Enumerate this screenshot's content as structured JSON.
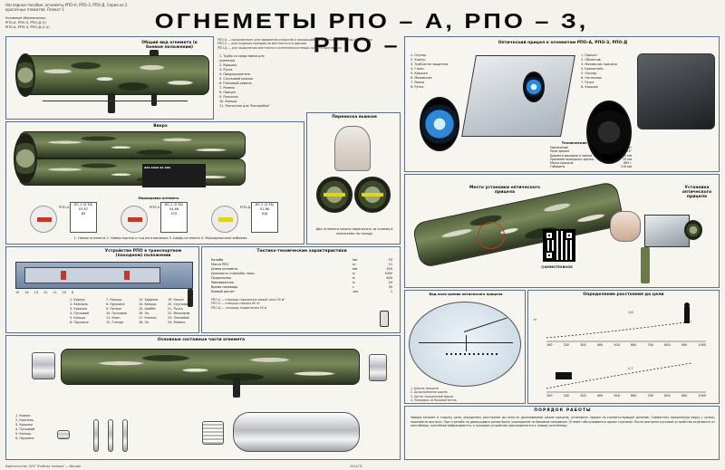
{
  "header": {
    "note": "Наглядное пособие: огнеметы РПО-А, РПО-З, РПО-Д. Серия из 2 красочных плакатов. Плакат 1",
    "legend": [
      "Условные обозначения:",
      "РПО-А, РПО-З, РПО-Д (1)",
      "РПО-А, РПО-З, РПО-Д (1,х)"
    ],
    "title": "ОГНЕМЕТЫ РПО – А, РПО – З, РПО – Д"
  },
  "sections": {
    "general_view": "Общий вид огнемета (в боевом положении)",
    "top_view": "Вверх",
    "carry": "Переноска вьюком",
    "marking": "Маркировка огнемета",
    "device": "Устройство РПО в транспортном (походном) положении",
    "main_parts": "Основные составные части огнемета",
    "sight": "Оптический прицел к огнеметам РПО-А, РПО-З, РПО-Д",
    "place_sight": "Место установки оптического прицела",
    "mounted_sight": "Установка оптического прицела",
    "reticle_field": "Вид поля зрения оптического прицела",
    "range_def": "Определение расстояния до цели",
    "work_order": "ПОРЯДОК РАБОТЫ",
    "tech_chars": "Технические характеристики",
    "main_chars": "Тактико-технические характеристики"
  },
  "general_parts": [
    "1. Труба со средствами для усиления",
    "2. Крышка",
    "3. Ручка",
    "4. Предохранитель",
    "5. Спусковой крючок",
    "6. Плечевой ремень",
    "7. Ремень",
    "8. Прицел",
    "9. Рукоятка",
    "10. Кольцо",
    "11. Разгонник для \"Батарейки\""
  ],
  "rpo_notes": [
    "РПО-А — предназначен для поражения открытой и находящейся в укрытии живой силы противника",
    "РПО-З — для создания пожаров на местности и в зданиях",
    "РПО-Д — для задымления местности и ослепления огневых средств противника"
  ],
  "marking": {
    "items": [
      {
        "code": "РПО-А",
        "color": "#c0392b",
        "lines": [
          "ИС-1 (0.38)",
          "03-87",
          "ИЗ"
        ]
      },
      {
        "code": "РПО-З",
        "color": "#c0392b",
        "lines": [
          "ИС-1 (0.38)",
          "04-86",
          "ЮЗ"
        ]
      },
      {
        "code": "РПО-Д",
        "color": "#e3d21c",
        "lines": [
          "ИС-1 (0.38)",
          "01-88",
          "ЮД"
        ]
      }
    ],
    "caption": "1. Номер огнемета 2. Номер партии и год изготовления 3. Шифр огнемета 4. Маркировочная эмблема"
  },
  "carry_caption": "Два огнемета можно переносить за спиною в положении по походу",
  "device_parts_a": [
    "1. Корпус",
    "2. Капсюль",
    "3. Крышка",
    "4. Пусковой",
    "5. Кольцо",
    "6. Пружина"
  ],
  "device_parts_b": [
    "7. Кольцо",
    "8. Пружина",
    "9. Патрон",
    "10. Пусковое",
    "11. Клин",
    "12. Гнездо"
  ],
  "device_parts_c": [
    "13. Ударник",
    "14. Кольцо",
    "15. Шайба",
    "16. Эл.",
    "17. Кнопка",
    "18. Эл."
  ],
  "device_parts_d": [
    "19. Кожух",
    "20. Спусковой",
    "21. Ручка",
    "22. Механизм",
    "23. Плечевой",
    "24. Ремень"
  ],
  "numbers_row": [
    "15",
    "14",
    "13",
    "12",
    "11",
    "10",
    "8"
  ],
  "tactical": {
    "rows": [
      [
        "Калибр",
        "мм",
        "93"
      ],
      [
        "Масса РПО",
        "кг",
        "11"
      ],
      [
        "Длина огнемета",
        "мм",
        "920"
      ],
      [
        "Дальность стрельбы: макс.",
        "м",
        "1000"
      ],
      [
        "Прицельная",
        "м",
        "600"
      ],
      [
        "Минимальная",
        "м",
        "20"
      ],
      [
        "Время перевода",
        "с",
        "30"
      ],
      [
        "Боевой расчет",
        "чел",
        "1"
      ]
    ],
    "notes": [
      "РПО-А — площадь поражения живой силы 50 м²",
      "РПО-З — площадь пожара 80 м²",
      "РПО-Д — площадь задымления 50 м"
    ]
  },
  "sight_parts": [
    "1. Окуляр",
    "2. Корпус",
    "3. Трубчатая защитная",
    "4. Глазн.",
    "5. Крышка",
    "6. Маховичок",
    "7. Рамка",
    "8. Ручка"
  ],
  "sight_parts_right": [
    "1. Прицел",
    "2. Объектив",
    "3. Маховичок прицела",
    "4. Кронштейн",
    "5. Окуляр",
    "6. Наглазник",
    "7. Ручка",
    "8. Крышка"
  ],
  "tech_chars": [
    [
      "Увеличение",
      "2,7 крат"
    ],
    [
      "Поле зрения",
      "13°"
    ],
    [
      "Диаметр выходного зрачка",
      "5,5 мм"
    ],
    [
      "Удаление выходного зрачка",
      "35 мм"
    ],
    [
      "Масса прицела",
      "650 г"
    ],
    [
      "Габариты",
      "210 мм"
    ]
  ],
  "qr_label": "@AMMOTEXBOOK",
  "range": {
    "xticks": [
      "100",
      "200",
      "300",
      "400",
      "500",
      "600",
      "700",
      "800",
      "900",
      "1000"
    ],
    "upper_label": "1,6",
    "lower_label": "2,7",
    "ylabel": "м"
  },
  "reticle_legend": [
    "1. Шкала прицела",
    "2. Дальномерная шкала",
    "3. Центр прицельной марки",
    "4. Поправки на боковой ветер",
    "5. Боковые поправки"
  ],
  "work_order_text": "Наводя огнемет в сторону цели, определить расстояние до цели по дальномерной шкале прицела, установить прицел на соответствующее деление. Совместить прицельную марку с целью, произвести выстрел. При стрельбе по движущимся целям брать упреждение по боковым поправкам. Огнемет обслуживается одним стрелком. После выстрела пусковое устройство отделяется от контейнера, контейнер выбрасывается, а пусковое устройство присоединяется к новому контейнеру.",
  "footer": {
    "left": "Издательство: ООО \"Учебная техника\" — Москва",
    "mid": "2014-П1"
  }
}
